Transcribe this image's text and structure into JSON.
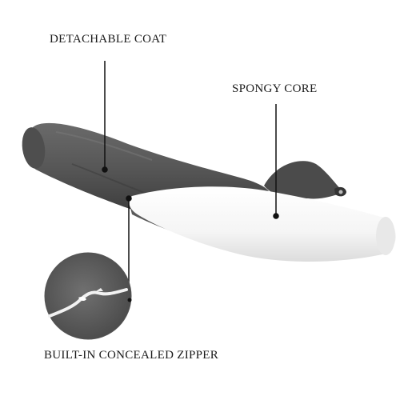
{
  "labels": {
    "detachable_coat": "DETACHABLE COAT",
    "spongy_core": "SPONGY CORE",
    "concealed_zipper": "BUILT-IN CONCEALED ZIPPER"
  },
  "colors": {
    "cover": "#5b5b5b",
    "cover_dark": "#3f3f3f",
    "core": "#f4f4f4",
    "callout_line": "#111111",
    "background": "#ffffff"
  }
}
